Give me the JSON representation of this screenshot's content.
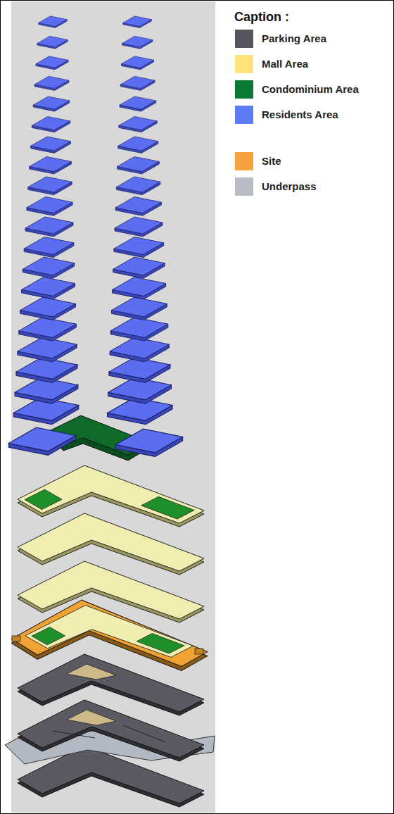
{
  "diagram": {
    "caption": "Caption :",
    "legend": [
      {
        "text": "Parking Area",
        "color": "#55555d"
      },
      {
        "text": "Mall Area",
        "color": "#ffe27a"
      },
      {
        "text": "Condominium Area",
        "color": "#0b7a35"
      },
      {
        "text": "Residents Area",
        "color": "#5b7cf2"
      },
      {
        "text": "Site",
        "color": "#f5a33e"
      },
      {
        "text": "Underpass",
        "color": "#b7bcc7"
      }
    ]
  }
}
